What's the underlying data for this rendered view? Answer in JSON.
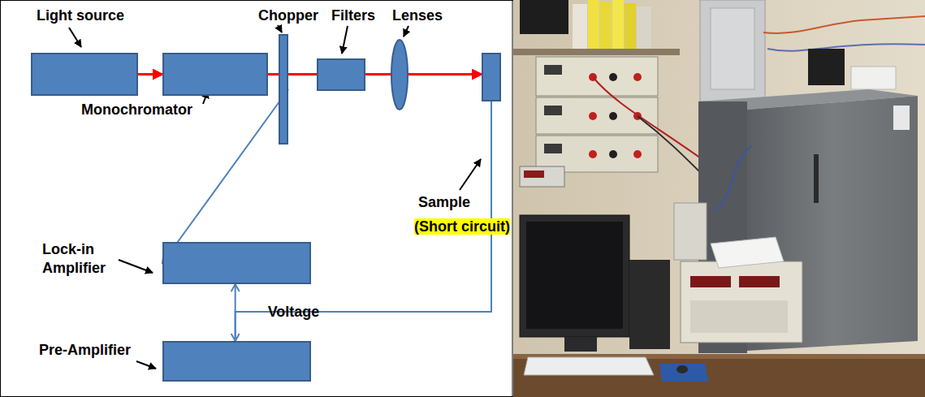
{
  "diagram": {
    "nodes": [
      {
        "text": [
          "Light source"
        ]
      },
      {
        "text": [
          "Monochromator"
        ]
      },
      {
        "text": [
          "Chopper"
        ]
      },
      {
        "text": [
          "Filters"
        ]
      },
      {
        "text": [
          "Lenses"
        ]
      },
      {
        "text": [
          "Sample"
        ]
      },
      {
        "text": [
          "Lock-in Amplifier"
        ]
      },
      {
        "text": [
          "Pre-Amplifier"
        ]
      }
    ],
    "edges": [
      {
        "from": 0,
        "to": 1,
        "arrow": "to"
      },
      {
        "from": 1,
        "to": 2,
        "arrow": "none"
      },
      {
        "from": 2,
        "to": 3,
        "arrow": "none"
      },
      {
        "from": 3,
        "to": 4,
        "arrow": "none"
      },
      {
        "from": 4,
        "to": 5,
        "arrow": "to"
      },
      {
        "from": 2,
        "to": 6,
        "arrow": "to"
      },
      {
        "from": 5,
        "to": 7,
        "arrow": "to"
      },
      {
        "from": 7,
        "to": 6,
        "label": "Voltage",
        "arrow": "to"
      }
    ],
    "labels": [
      "(Short circuit)"
    ]
  }
}
